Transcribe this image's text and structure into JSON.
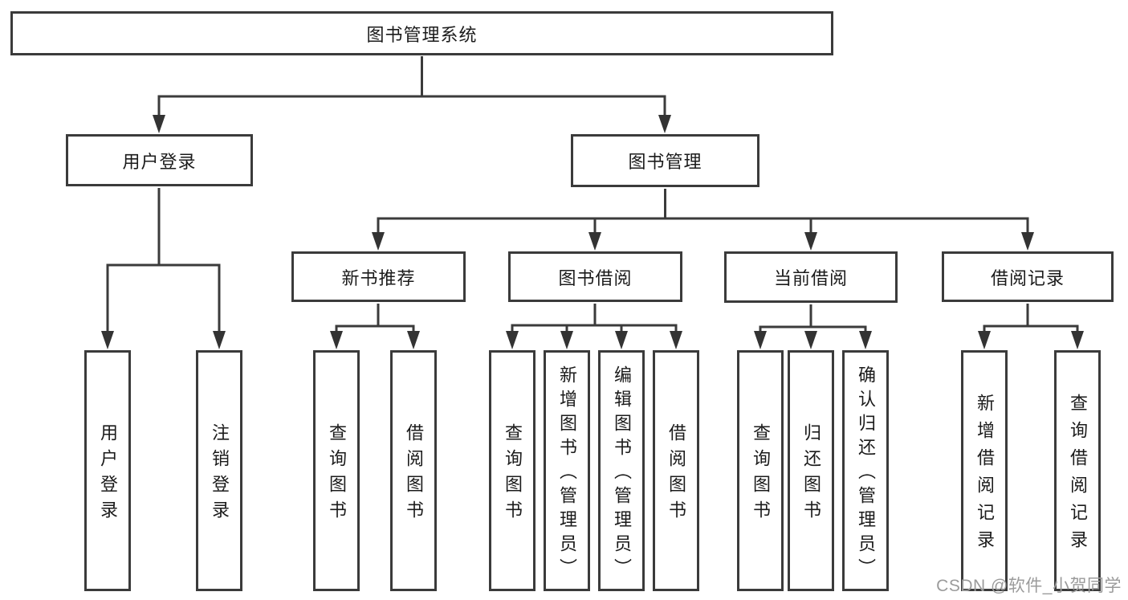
{
  "diagram": {
    "root": {
      "label": "图书管理系统"
    },
    "branches": {
      "user_login": {
        "label": "用户登录",
        "children": [
          {
            "label": "用户登录"
          },
          {
            "label": "注销登录"
          }
        ]
      },
      "book_mgmt": {
        "label": "图书管理",
        "children": [
          {
            "label": "新书推荐",
            "children": [
              {
                "label": "查询图书"
              },
              {
                "label": "借阅图书"
              }
            ]
          },
          {
            "label": "图书借阅",
            "children": [
              {
                "label": "查询图书"
              },
              {
                "label": "新增图书（管理员）"
              },
              {
                "label": "编辑图书（管理员）"
              },
              {
                "label": "借阅图书"
              }
            ]
          },
          {
            "label": "当前借阅",
            "children": [
              {
                "label": "查询图书"
              },
              {
                "label": "归还图书"
              },
              {
                "label": "确认归还（管理员）"
              }
            ]
          },
          {
            "label": "借阅记录",
            "children": [
              {
                "label": "新增借阅记录"
              },
              {
                "label": "查询借阅记录"
              }
            ]
          }
        ]
      }
    }
  },
  "watermark": {
    "text": "CSDN @软件_小贺同学"
  },
  "colors": {
    "line": "#3b3b3b",
    "text": "#1b1b1b",
    "watermark": "#9b9b9b",
    "background": "#ffffff"
  }
}
